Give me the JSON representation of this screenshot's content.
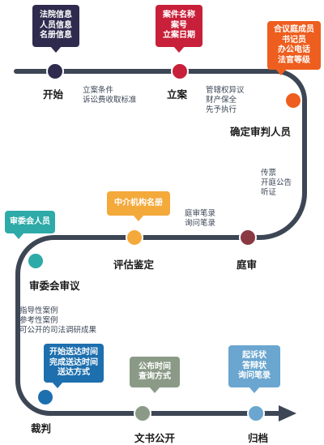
{
  "stages": [
    {
      "id": "start",
      "label": "开始",
      "color": "#2f2b4e",
      "callout": {
        "lines": [
          "法院信息",
          "人员信息",
          "名册信息"
        ],
        "color": "#2f2b4e"
      }
    },
    {
      "id": "filing",
      "label": "立案",
      "color": "#c8203a",
      "callout": {
        "lines": [
          "案件名称",
          "案号",
          "立案日期"
        ],
        "color": "#c8203a"
      }
    },
    {
      "id": "judges",
      "label": "确定审判人员",
      "color": "#ee5e1f",
      "callout": {
        "lines": [
          "合议庭成员",
          "书记员",
          "办公电话",
          "法官等级"
        ],
        "color": "#ee5e1f"
      }
    },
    {
      "id": "trial",
      "label": "庭审",
      "color": "#8a3942",
      "callout": null
    },
    {
      "id": "appraisal",
      "label": "评估鉴定",
      "color": "#f4a93b",
      "callout": {
        "lines": [
          "中介机构名册"
        ],
        "color": "#f4a93b"
      }
    },
    {
      "id": "committee",
      "label": "审委会审议",
      "color": "#2eaaa8",
      "callout": {
        "lines": [
          "审委会人员"
        ],
        "color": "#2eaaa8"
      }
    },
    {
      "id": "judgment",
      "label": "裁判",
      "color": "#1d6fae",
      "callout": {
        "lines": [
          "开始送达时间",
          "完成送达时间",
          "送达方式"
        ],
        "color": "#1d6fae"
      }
    },
    {
      "id": "publication",
      "label": "文书公开",
      "color": "#8a9a86",
      "callout": {
        "lines": [
          "公布时间",
          "查询方式"
        ],
        "color": "#8a9a86"
      }
    },
    {
      "id": "archive",
      "label": "归档",
      "color": "#6aa6cf",
      "callout": {
        "lines": [
          "起诉状",
          "答辩状",
          "询问笔录"
        ],
        "color": "#6aa6cf"
      }
    }
  ],
  "notes": [
    {
      "id": "filing-notes",
      "lines": [
        "立案条件",
        "诉讼费收取标准"
      ]
    },
    {
      "id": "jurisdiction-notes",
      "lines": [
        "管辖权异议",
        "财产保全",
        "先予执行"
      ]
    },
    {
      "id": "summons-notes",
      "lines": [
        "传票",
        "开庭公告",
        "听证"
      ]
    },
    {
      "id": "record-notes",
      "lines": [
        "庭审笔录",
        "询问笔录"
      ]
    },
    {
      "id": "guidance-notes",
      "lines": [
        "指导性案例",
        "参考性案例",
        "可公开的司法调研成果"
      ]
    }
  ],
  "colors": {
    "road": "#3d4654",
    "background": "#ffffff"
  }
}
